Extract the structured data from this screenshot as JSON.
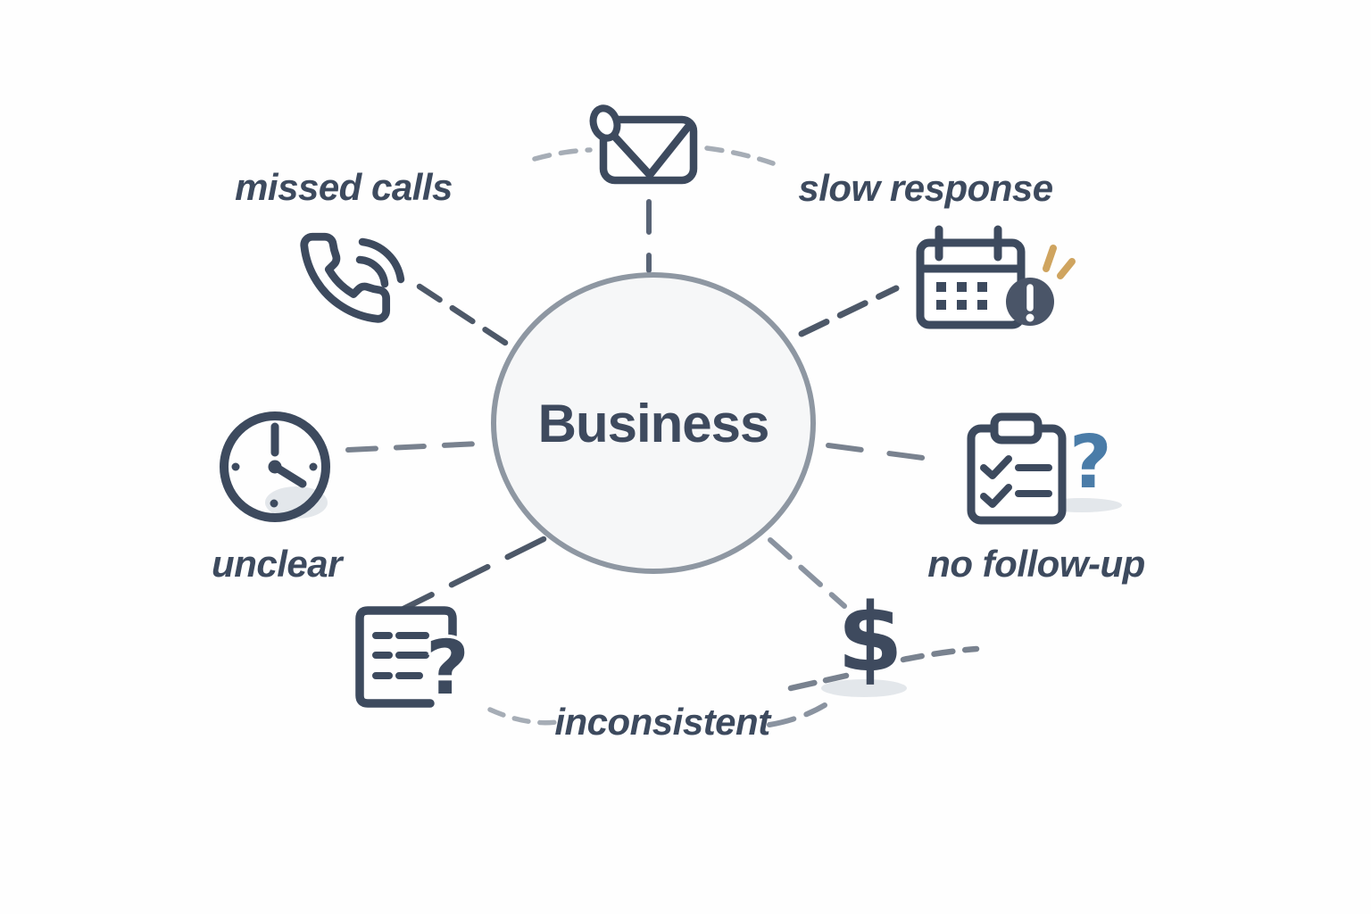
{
  "diagram": {
    "type": "hub-and-spoke infographic",
    "center": {
      "label": "Business"
    },
    "labels": {
      "missed_calls": "missed calls",
      "slow_response": "slow response",
      "unclear": "unclear",
      "no_follow_up": "no follow-up",
      "inconsistent": "inconsistent"
    },
    "icons": [
      {
        "name": "envelope-notification-icon",
        "position": "top"
      },
      {
        "name": "phone-handset-icon",
        "position": "upper-left"
      },
      {
        "name": "calendar-alert-icon",
        "position": "upper-right"
      },
      {
        "name": "clock-icon",
        "position": "left"
      },
      {
        "name": "clipboard-checklist-question-icon",
        "position": "right"
      },
      {
        "name": "document-question-icon",
        "position": "lower-left"
      },
      {
        "name": "dollar-icon",
        "position": "lower-right"
      }
    ],
    "glyphs": {
      "dollar": "$",
      "document_question": "?",
      "clipboard_question": "?"
    },
    "colors": {
      "ink": "#3d4a5e",
      "circle_border": "#8e97a2",
      "circle_fill": "#f6f7f8",
      "connector_dark": "#4d5868",
      "connector_mid": "#79828f",
      "connector_light": "#a6adb6",
      "accent_blue": "#4a7ca8",
      "accent_gold": "#cfa45f",
      "alert_circle_fill": "#4a5568",
      "shadow": "#ccd3db",
      "background": "#fefefe"
    }
  }
}
